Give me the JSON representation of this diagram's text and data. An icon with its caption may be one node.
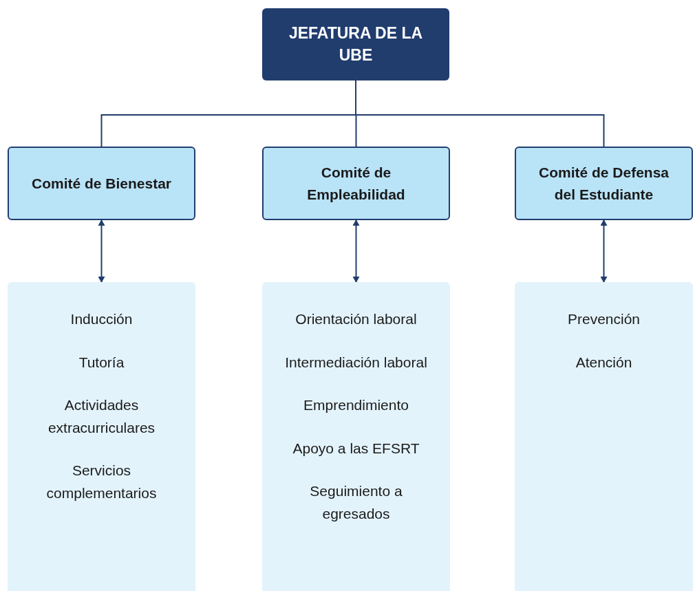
{
  "diagram": {
    "nodes": [
      {
        "text": [
          "JEFATURA DE LA UBE"
        ]
      },
      {
        "text": [
          "Comité de Bienestar"
        ]
      },
      {
        "text": [
          "Comité de Empleabilidad"
        ]
      },
      {
        "text": [
          "Comité de Defensa del Estudiante"
        ]
      },
      {
        "text": [
          "Inducción",
          "Tutoría",
          "Actividades extracurriculares",
          "Servicios complementarios"
        ]
      },
      {
        "text": [
          "Orientación laboral",
          "Intermediación laboral",
          "Emprendimiento",
          "Apoyo a las EFSRT",
          "Seguimiento a egresados"
        ]
      },
      {
        "text": [
          "Prevención",
          "Atención"
        ]
      }
    ],
    "edges": [
      {
        "from": 0,
        "to": 1,
        "arrow": "none"
      },
      {
        "from": 0,
        "to": 2,
        "arrow": "none"
      },
      {
        "from": 0,
        "to": 3,
        "arrow": "none"
      },
      {
        "from": 1,
        "to": 4,
        "arrow": "both"
      },
      {
        "from": 2,
        "to": 5,
        "arrow": "both"
      },
      {
        "from": 3,
        "to": 6,
        "arrow": "both"
      }
    ]
  }
}
